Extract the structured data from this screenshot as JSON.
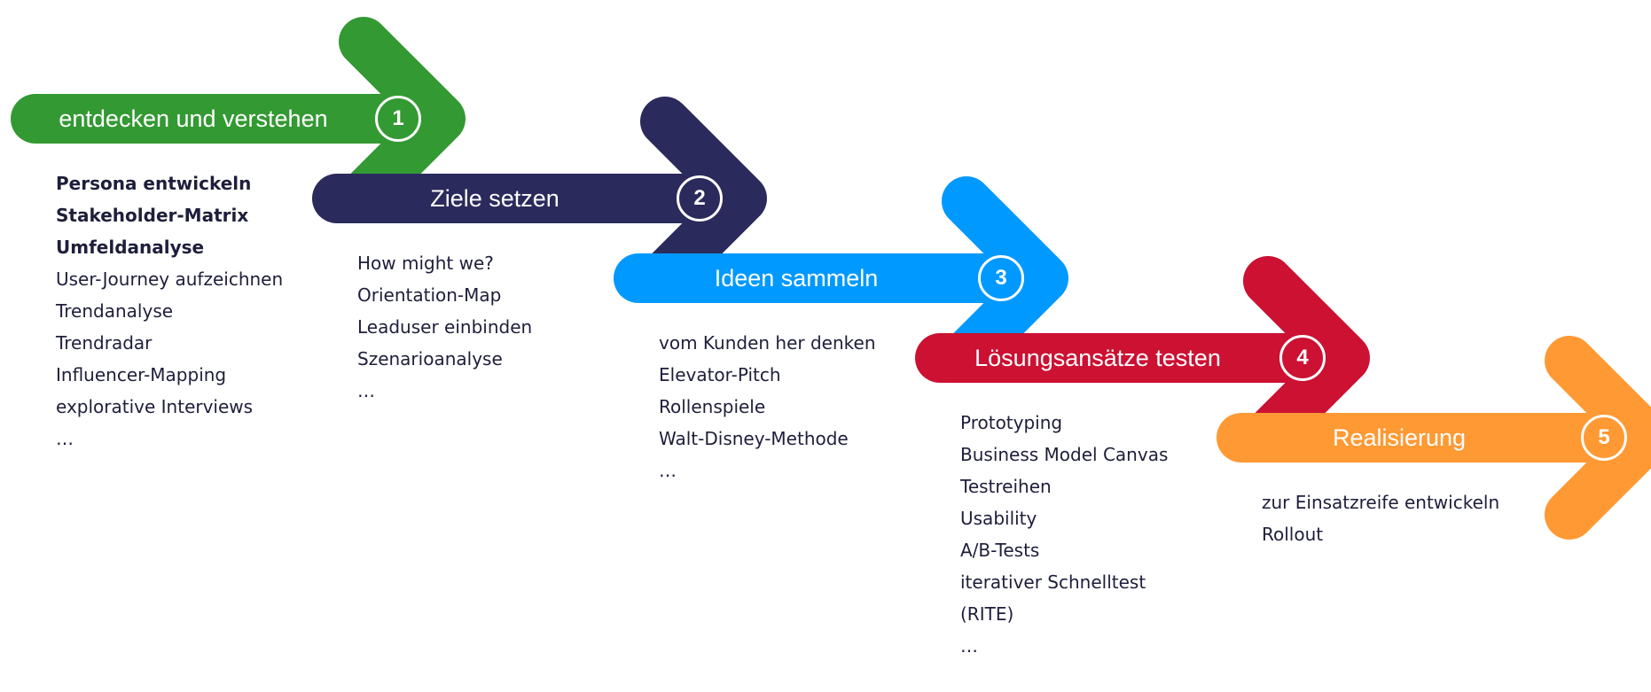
{
  "steps": [
    {
      "number": "1",
      "title": "entdecken und verstehen",
      "color": "#339933",
      "items": [
        {
          "text": "Persona entwickeln",
          "bold": true
        },
        {
          "text": "Stakeholder-Matrix",
          "bold": true
        },
        {
          "text": "Umfeldanalyse",
          "bold": true
        },
        {
          "text": "User-Journey aufzeichnen",
          "bold": false
        },
        {
          "text": "Trendanalyse",
          "bold": false
        },
        {
          "text": "Trendradar",
          "bold": false
        },
        {
          "text": "Influencer-Mapping",
          "bold": false
        },
        {
          "text": "explorative Interviews",
          "bold": false
        },
        {
          "text": "…",
          "bold": false
        }
      ]
    },
    {
      "number": "2",
      "title": "Ziele setzen",
      "color": "#2b2a5c",
      "items": [
        {
          "text": "How might we?",
          "bold": false
        },
        {
          "text": "Orientation-Map",
          "bold": false
        },
        {
          "text": "Leaduser einbinden",
          "bold": false
        },
        {
          "text": "Szenarioanalyse",
          "bold": false
        },
        {
          "text": "…",
          "bold": false
        }
      ]
    },
    {
      "number": "3",
      "title": "Ideen sammeln",
      "color": "#0099ff",
      "items": [
        {
          "text": "vom Kunden her denken",
          "bold": false
        },
        {
          "text": "Elevator-Pitch",
          "bold": false
        },
        {
          "text": "Rollenspiele",
          "bold": false
        },
        {
          "text": "Walt-Disney-Methode",
          "bold": false
        },
        {
          "text": "…",
          "bold": false
        }
      ]
    },
    {
      "number": "4",
      "title": "Lösungsansätze testen",
      "color": "#cc1133",
      "items": [
        {
          "text": "Prototyping",
          "bold": false
        },
        {
          "text": "Business Model Canvas",
          "bold": false
        },
        {
          "text": "Testreihen",
          "bold": false
        },
        {
          "text": "Usability",
          "bold": false
        },
        {
          "text": "A/B-Tests",
          "bold": false
        },
        {
          "text": "iterativer Schnelltest",
          "bold": false
        },
        {
          "text": "(RITE)",
          "bold": false
        },
        {
          "text": "…",
          "bold": false
        }
      ]
    },
    {
      "number": "5",
      "title": "Realisierung",
      "color": "#ff9933",
      "items": [
        {
          "text": "zur Einsatzreife entwickeln",
          "bold": false
        },
        {
          "text": "Rollout",
          "bold": false
        }
      ]
    }
  ]
}
